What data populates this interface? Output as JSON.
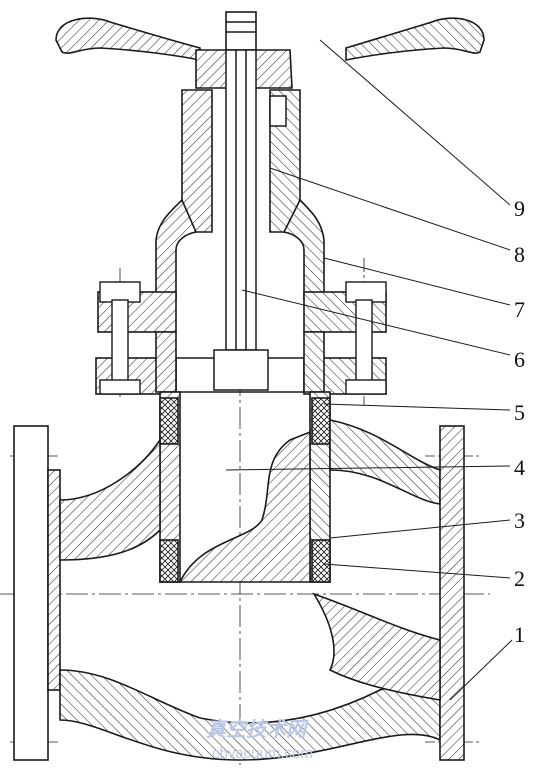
{
  "diagram": {
    "callouts": [
      {
        "label": "9"
      },
      {
        "label": "8"
      },
      {
        "label": "7"
      },
      {
        "label": "6"
      },
      {
        "label": "5"
      },
      {
        "label": "4"
      },
      {
        "label": "3"
      },
      {
        "label": "2"
      },
      {
        "label": "1"
      }
    ]
  },
  "watermark": {
    "site_name": "真空技术网",
    "url": "chvacuum.com"
  },
  "colors": {
    "line": "#1a1a1a",
    "hatch": "#333333",
    "watermark": "#b9c6e6",
    "background": "#ffffff"
  }
}
